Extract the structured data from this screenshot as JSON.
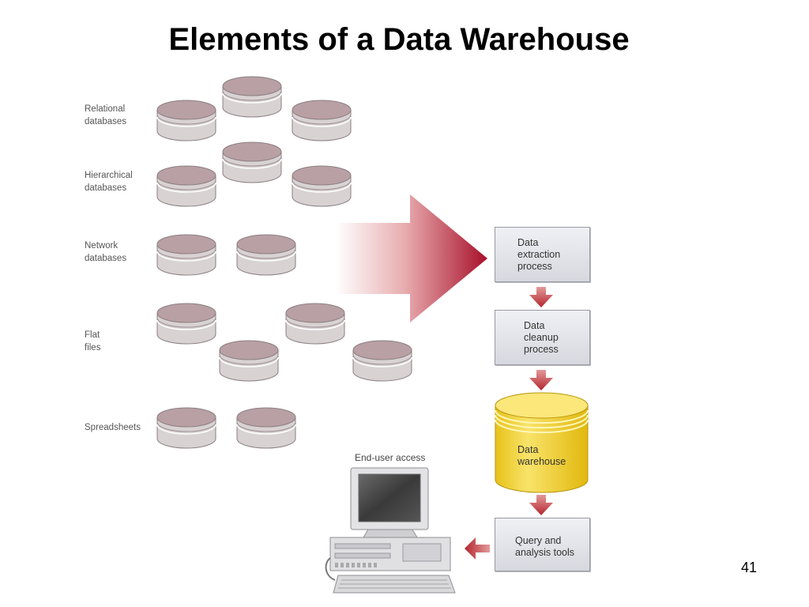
{
  "slide": {
    "title": "Elements of a Data Warehouse",
    "page_number": "41"
  },
  "sources": [
    {
      "label": "Relational\ndatabases"
    },
    {
      "label": "Hierarchical\ndatabases"
    },
    {
      "label": "Network\ndatabases"
    },
    {
      "label": "Flat\nfiles"
    },
    {
      "label": "Spreadsheets"
    }
  ],
  "process": [
    {
      "label": "Data\nextraction\nprocess"
    },
    {
      "label": "Data\ncleanup\nprocess"
    },
    {
      "label": "Data\nwarehouse"
    },
    {
      "label": "Query and\nanalysis tools"
    }
  ],
  "end_user": {
    "label": "End-user access"
  },
  "colors": {
    "db_top": "#b8a0a4",
    "db_body": "#d8d2d3",
    "warehouse": "#f3d530",
    "arrow": "#b52a32",
    "box": "#e4e5ea"
  }
}
